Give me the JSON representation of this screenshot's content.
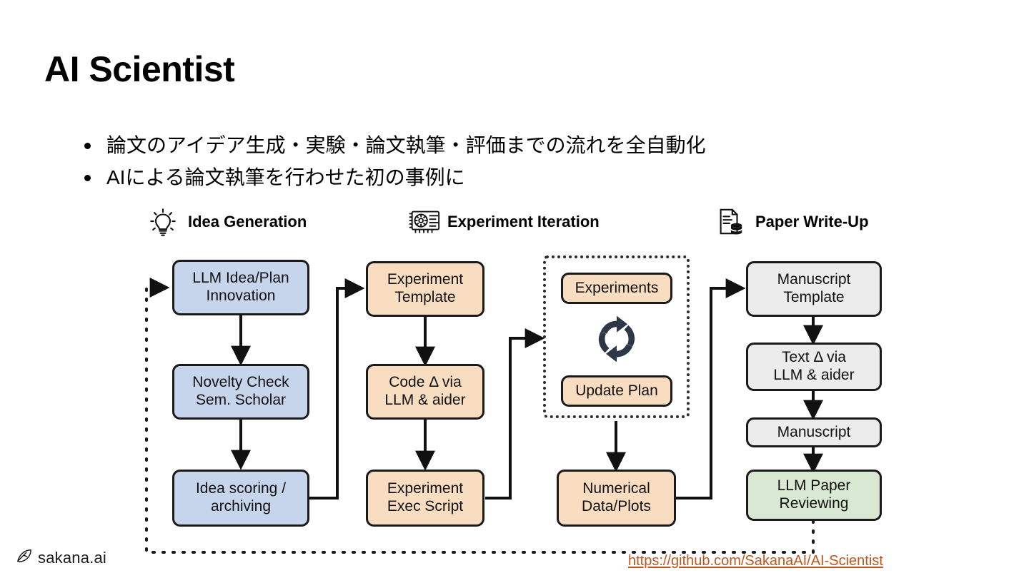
{
  "slide": {
    "title": "AI Scientist",
    "bullets": [
      "論文のアイデア生成・実験・論文執筆・評価までの流れを全自動化",
      "AIによる論文執筆を行わせた初の事例に"
    ]
  },
  "sections": [
    {
      "id": "idea-generation",
      "label": "Idea Generation",
      "icon": "lightbulb-icon"
    },
    {
      "id": "experiment-iteration",
      "label": "Experiment Iteration",
      "icon": "gpu-card-icon"
    },
    {
      "id": "paper-write-up",
      "label": "Paper Write-Up",
      "icon": "document-database-icon"
    }
  ],
  "nodes": {
    "llm_idea_plan": {
      "line1": "LLM Idea/Plan",
      "line2": "Innovation",
      "color": "#c6d4ec"
    },
    "novelty_check": {
      "line1": "Novelty Check",
      "line2": "Sem. Scholar",
      "color": "#c6d4ec"
    },
    "idea_scoring": {
      "line1": "Idea scoring /",
      "line2": "archiving",
      "color": "#c6d4ec"
    },
    "experiment_template": {
      "line1": "Experiment",
      "line2": "Template",
      "color": "#f8ddc0"
    },
    "code_delta": {
      "line1": "Code Δ via",
      "line2": "LLM & aider",
      "color": "#f8ddc0"
    },
    "experiment_exec": {
      "line1": "Experiment",
      "line2": "Exec Script",
      "color": "#f8ddc0"
    },
    "experiments": {
      "line1": "Experiments",
      "line2": "",
      "color": "#f8ddc0"
    },
    "update_plan": {
      "line1": "Update Plan",
      "line2": "",
      "color": "#f8ddc0"
    },
    "numerical_data": {
      "line1": "Numerical",
      "line2": "Data/Plots",
      "color": "#f8ddc0"
    },
    "manuscript_template": {
      "line1": "Manuscript",
      "line2": "Template",
      "color": "#ececec"
    },
    "text_delta": {
      "line1": "Text Δ via",
      "line2": "LLM & aider",
      "color": "#ececec"
    },
    "manuscript": {
      "line1": "Manuscript",
      "line2": "",
      "color": "#ececec"
    },
    "llm_paper_review": {
      "line1": "LLM Paper",
      "line2": "Reviewing",
      "color": "#d9e8d2"
    }
  },
  "loop_icon": "refresh-cycle-icon",
  "footer": {
    "logo_text": "sakana.ai",
    "logo_icon": "sakana-fish-icon",
    "github_url": "https://github.com/SakanaAI/AI-Scientist",
    "link_color": "#c0561f"
  }
}
